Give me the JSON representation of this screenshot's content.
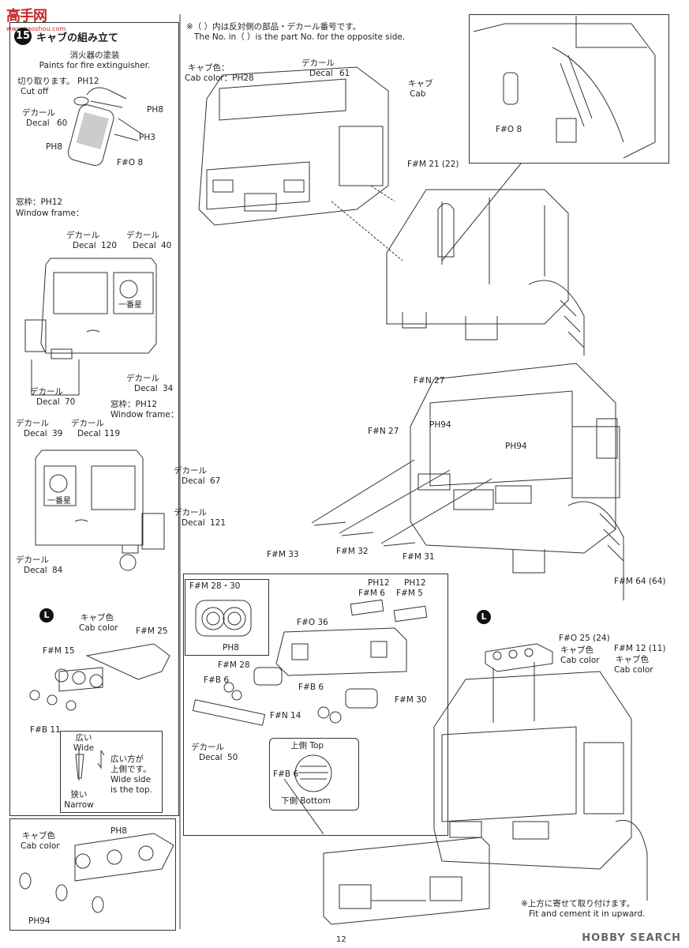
{
  "header": {
    "site_logo_text": "高手网",
    "site_url": "www.gaoshou.com",
    "step_number": "15",
    "step_title": "キャブの組み立て",
    "note_jp": "※（ ）内は反対側の部品・デカール番号です。",
    "note_en": "The No. in（ ）is the part No. for the opposite side."
  },
  "left_column": {
    "extinguisher_jp": "消火器の塗装",
    "extinguisher_en": "Paints for fire extinguisher.",
    "cut_off_jp": "切り取ります。",
    "cut_off_en": "Cut off",
    "ph12_a": "PH12",
    "decal_jp": "デカール",
    "decal_en": "Decal",
    "decal_60": "60",
    "ph8_a": "PH8",
    "ph8_b": "PH8",
    "ph3": "PH3",
    "fo8_a": "F#O 8",
    "window_frame_jp": "窓枠：PH12",
    "window_frame_en": "Window frame：",
    "decal_120": "120",
    "decal_40": "40",
    "decal_34": "34",
    "decal_70": "70",
    "decal_39": "39",
    "decal_119": "119",
    "window_frame2_jp": "窓枠：PH12",
    "window_frame2_en": "Window frame：",
    "decal_67": "67",
    "decal_121": "121",
    "decal_84": "84",
    "cab_text_a": "一番星",
    "cab_text_b": "一番星"
  },
  "lower_left": {
    "badge_l": "L",
    "cab_color_jp": "キャブ色",
    "cab_color_en": "Cab color",
    "fm25": "F#M 25",
    "fm15": "F#M 15",
    "fb11": "F#B 11",
    "wide_jp": "広い",
    "wide_en": "Wide",
    "narrow_jp": "狭い",
    "narrow_en": "Narrow",
    "wide_top_jp1": "広い方が",
    "wide_top_jp2": "上側です。",
    "wide_top_en1": "Wide side",
    "wide_top_en2": "is the top.",
    "cab_color2_jp": "キャブ色",
    "cab_color2_en": "Cab color",
    "ph8_c": "PH8",
    "ph94": "PH94"
  },
  "top_center": {
    "cab_color_jp": "キャブ色：",
    "cab_color_en": "Cab color：PH28",
    "decal_jp": "デカール",
    "decal_en": "Decal",
    "decal_61": "61",
    "cab_jp": "キャブ",
    "cab_en": "Cab",
    "fm21": "F#M 21 (22)",
    "fo8_b": "F#O 8"
  },
  "middle_right": {
    "fn27_a": "F#N 27",
    "fn27_b": "F#N 27",
    "ph94_a": "PH94",
    "ph94_b": "PH94",
    "fm33": "F#M 33",
    "fm32": "F#M 32",
    "fm31": "F#M 31"
  },
  "lower_center": {
    "fm28_30": "F#M 28・30",
    "ph8_d": "PH8",
    "fo36": "F#O 36",
    "ph12_b": "PH12",
    "fm6": "F#M 6",
    "ph12_c": "PH12",
    "fm5": "F#M 5",
    "fm28": "F#M 28",
    "fb6_a": "F#B 6",
    "fb6_b": "F#B 6",
    "fm30": "F#M 30",
    "fn14": "F#N 14",
    "decal_jp": "デカール",
    "decal_en": "Decal",
    "decal_50": "50",
    "top_jp": "上側 Top",
    "fb6_c": "F#B 6",
    "bottom_jp": "下側 Bottom"
  },
  "lower_right": {
    "badge_l": "L",
    "fm64": "F#M 64 (64)",
    "fo25": "F#O 25 (24)",
    "cab_color_jp": "キャブ色",
    "cab_color_en": "Cab color",
    "fm12": "F#M 12 (11)",
    "cab_color2_jp": "キャブ色",
    "cab_color2_en": "Cab color",
    "fit_jp": "※上方に寄せて取り付けます。",
    "fit_en": "Fit and cement it in upward."
  },
  "footer": {
    "page_number": "12",
    "watermark": "HOBBY SEARCH"
  }
}
